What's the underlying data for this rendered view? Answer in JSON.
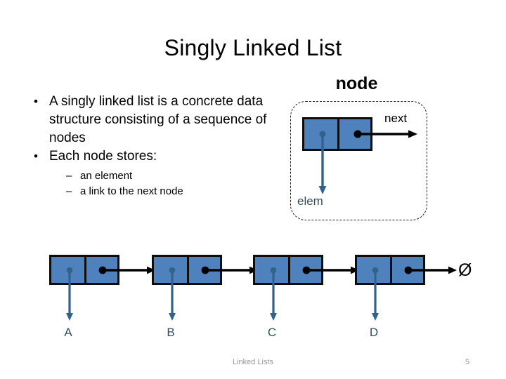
{
  "slide": {
    "title": "Singly Linked List",
    "bullets": [
      {
        "marker": "•",
        "text": "A singly linked list is a concrete data structure consisting of a sequence of nodes"
      },
      {
        "marker": "•",
        "text": "Each node stores:"
      }
    ],
    "sub_bullets": [
      {
        "marker": "–",
        "text": "an element"
      },
      {
        "marker": "–",
        "text": "a link to the next node"
      }
    ]
  },
  "node_diagram": {
    "title": "node",
    "elem_label": "elem",
    "next_label": "next",
    "cell_count": 2
  },
  "chain": {
    "nodes": [
      {
        "label": "A"
      },
      {
        "label": "B"
      },
      {
        "label": "C"
      },
      {
        "label": "D"
      }
    ],
    "terminator": "Ø"
  },
  "footer": {
    "text": "Linked Lists",
    "page": "5"
  },
  "colors": {
    "cell_fill": "#4f81bd",
    "cell_border": "#0d0d0d",
    "elem_arrow": "#31628c",
    "label_text": "#32505c",
    "next_arrow": "#000000",
    "footer_text": "#9a9a9a",
    "background": "#ffffff"
  }
}
